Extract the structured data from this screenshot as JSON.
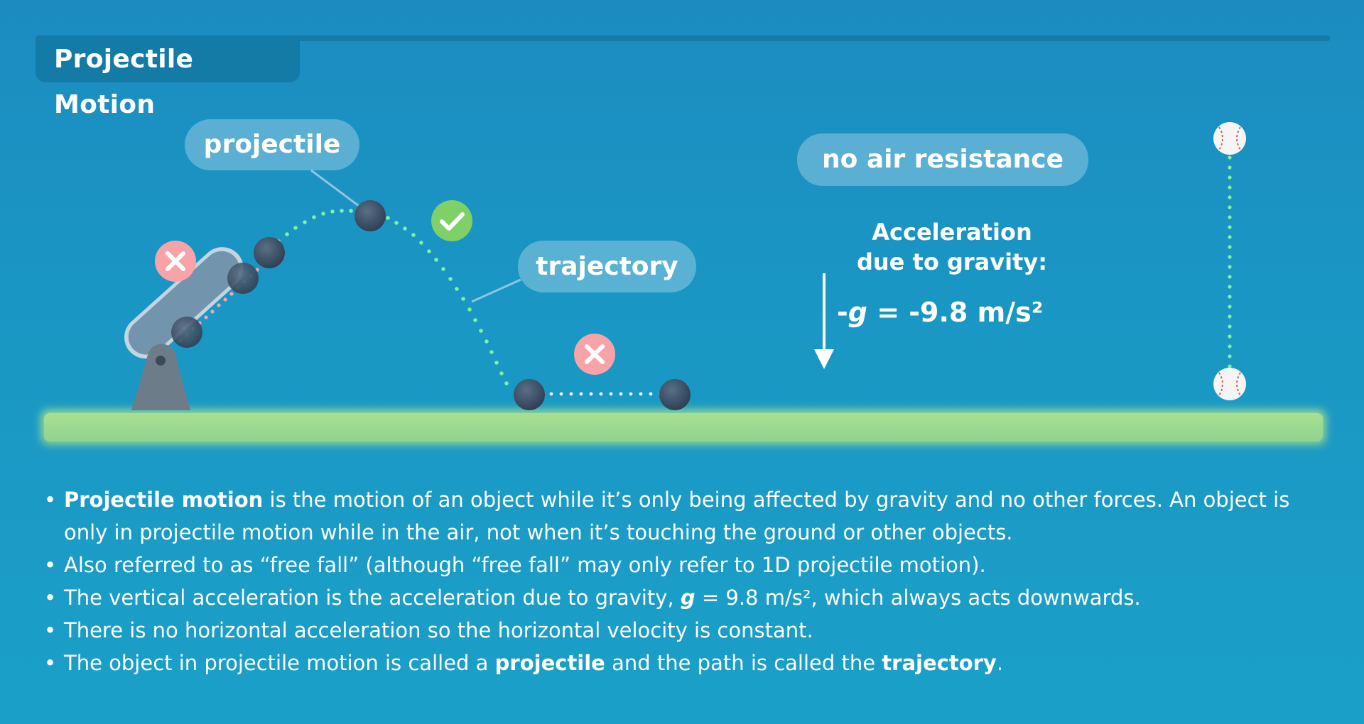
{
  "title": "Projectile Motion",
  "labels": {
    "projectile": "projectile",
    "trajectory": "trajectory",
    "no_air_resistance": "no air resistance"
  },
  "gravity": {
    "caption_line1": "Acceleration",
    "caption_line2": "due to gravity:",
    "sign": "-",
    "symbol": "g",
    "equation_rest": " = -9.8 m/s²"
  },
  "colors": {
    "background": "#1a97c4",
    "ground": "#9dd98e",
    "trajectory_dots": "#7cf2a4",
    "cannon_dots": "#f7a3b3",
    "check": "#7ed067",
    "cross": "#f7a3a8",
    "ball": "#3b4f63"
  },
  "notes": [
    {
      "bold": "Projectile motion",
      "text": " is the motion of an object while it’s only being affected by gravity and no other forces. An object is only in projectile motion while in the air, not when it’s touching the ground or other objects."
    },
    {
      "text": "Also referred to as “free fall” (although “free fall” may only refer to 1D projectile motion)."
    },
    {
      "pre": "The vertical acceleration is the acceleration due to gravity, ",
      "bold": "g",
      "text": " = 9.8 m/s², which always acts downwards."
    },
    {
      "text": "There is no horizontal acceleration so the horizontal velocity is constant."
    },
    {
      "pre": "The object in projectile motion is called a ",
      "bold": "projectile",
      "mid": " and the path is called the ",
      "bold2": "trajectory",
      "text": "."
    }
  ]
}
